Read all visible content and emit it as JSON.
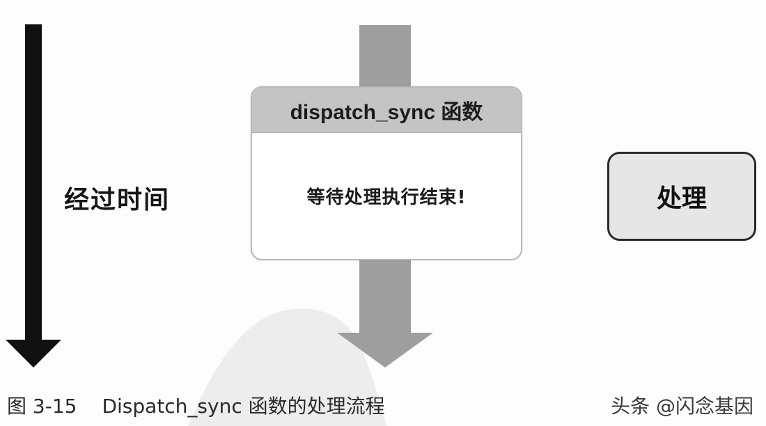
{
  "diagram": {
    "time_label": "经过时间",
    "dispatch_header": "dispatch_sync 函数",
    "dispatch_body": "等待处理执行结束!",
    "process_label": "处理"
  },
  "caption": {
    "figure_number": "图 3-15",
    "text": "Dispatch_sync 函数的处理流程"
  },
  "watermark": "头条 @闪念基因",
  "colors": {
    "time_arrow": "#111111",
    "flow_arrow": "#9e9e9e",
    "header_bg": "#c4c4c4",
    "process_bg": "#e6e6e6"
  }
}
